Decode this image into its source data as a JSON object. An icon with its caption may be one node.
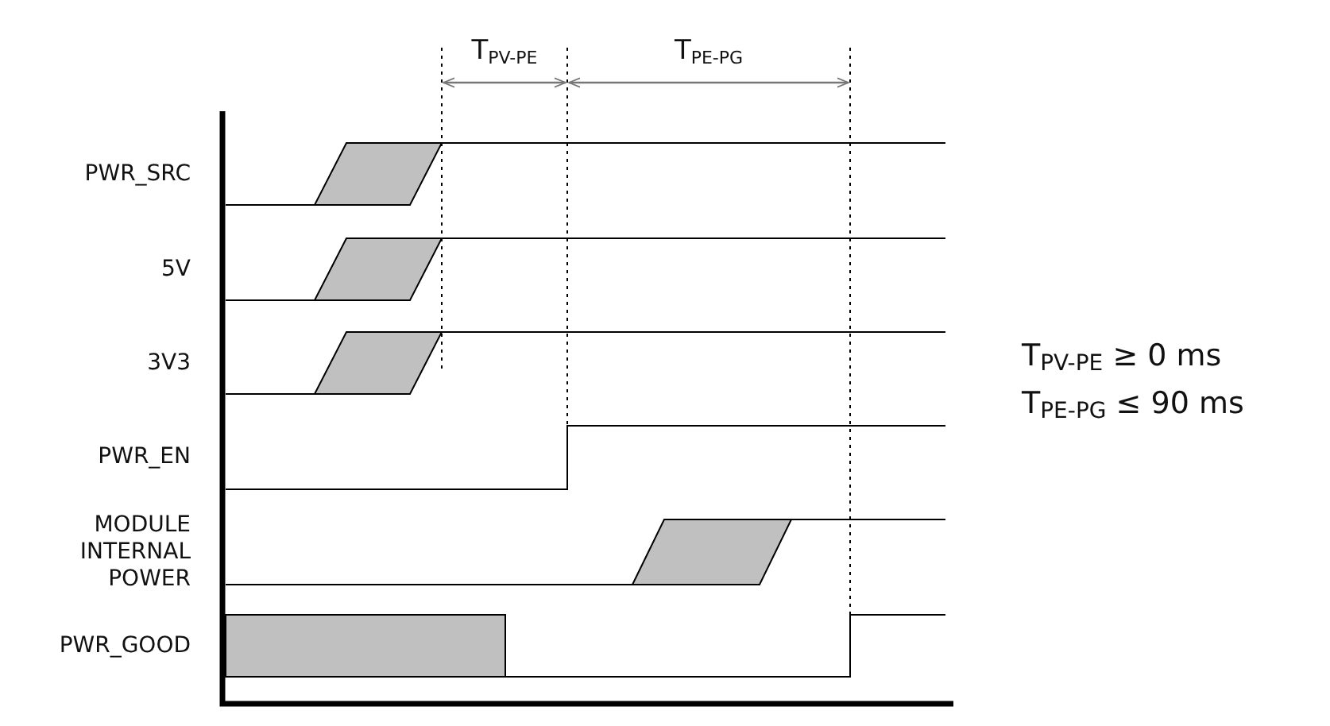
{
  "diagram": {
    "labels": [
      "PWR_SRC",
      "5V",
      "3V3",
      "PWR_EN",
      "MODULE INTERNAL POWER",
      "PWR_GOOD",
      "T$_{PV-PE}$",
      "T$_{PE-PG}$",
      "T$_{PV-PE}$ ≥ 0 ms",
      "T$_{PE-PG}$ ≤ 90 ms"
    ]
  }
}
